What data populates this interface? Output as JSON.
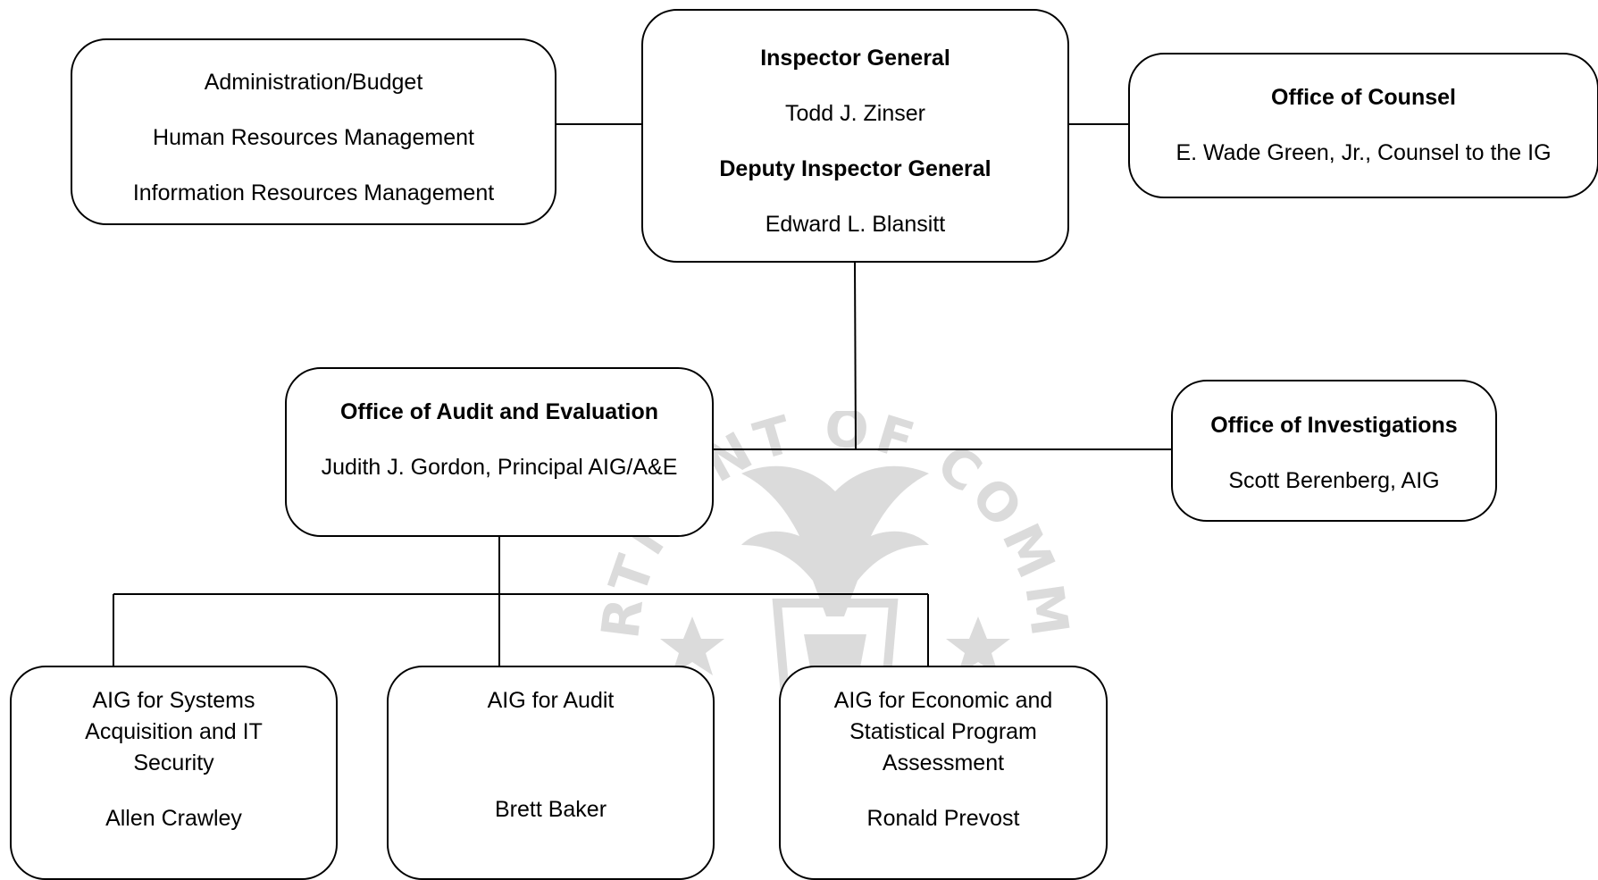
{
  "diagram": {
    "inspector_general": {
      "title": "Inspector General",
      "name": "Todd J. Zinser",
      "deputy_title": "Deputy Inspector General",
      "deputy_name": "Edward L. Blansitt"
    },
    "administration": {
      "line1": "Administration/Budget",
      "line2": "Human Resources Management",
      "line3": "Information Resources Management"
    },
    "counsel": {
      "title": "Office of Counsel",
      "name": "E. Wade Green, Jr., Counsel to the IG"
    },
    "audit_evaluation": {
      "title": "Office of Audit and Evaluation",
      "name": "Judith J. Gordon, Principal AIG/A&E"
    },
    "investigations": {
      "title": "Office of Investigations",
      "name": "Scott Berenberg, AIG"
    },
    "systems": {
      "title_lines": [
        "AIG for Systems",
        "Acquisition and IT",
        "Security"
      ],
      "name": "Allen Crawley"
    },
    "audit": {
      "title": "AIG for Audit",
      "name": "Brett Baker"
    },
    "economic": {
      "title_lines": [
        "AIG for Economic and",
        "Statistical Program",
        "Assessment"
      ],
      "name": "Ronald Prevost"
    }
  },
  "watermark": {
    "icon": "department-of-commerce-seal",
    "text": "DEPARTMENT OF COMMERCE",
    "color": "#9a9a9a"
  },
  "colors": {
    "line": "#000000",
    "box_border": "#000000",
    "background": "#ffffff"
  }
}
